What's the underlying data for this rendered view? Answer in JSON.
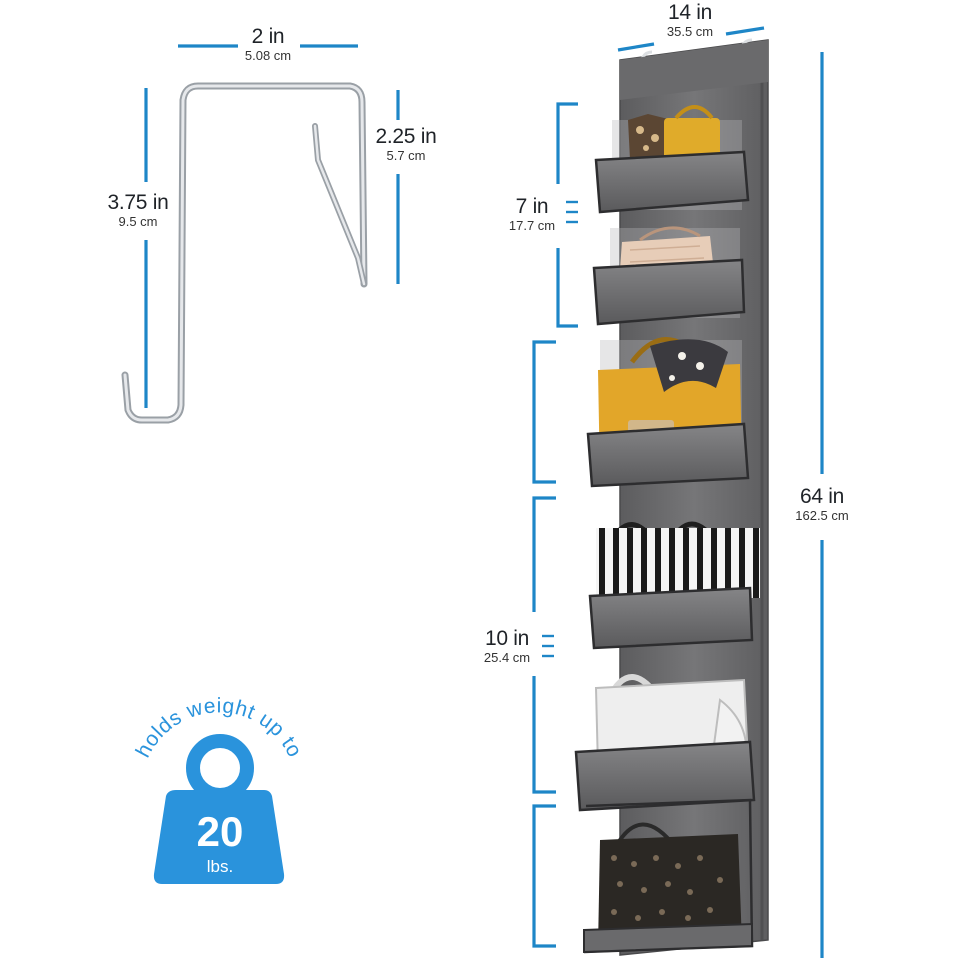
{
  "colors": {
    "dimension_line": "#1e86c7",
    "weight_badge": "#2a93dc",
    "organizer_fabric": "#6d6d6f",
    "hook_wire": "#c9ccd0",
    "text": "#1f2328"
  },
  "hook_dimensions": {
    "width": {
      "inch": "2 in",
      "cm": "5.08 cm"
    },
    "height": {
      "inch": "3.75 in",
      "cm": "9.5 cm"
    },
    "depth": {
      "inch": "2.25 in",
      "cm": "5.7 cm"
    }
  },
  "organizer_dimensions": {
    "width": {
      "inch": "14 in",
      "cm": "35.5 cm"
    },
    "small_pocket": {
      "inch": "7 in",
      "cm": "17.7 cm"
    },
    "large_pocket": {
      "inch": "10 in",
      "cm": "25.4 cm"
    },
    "total_height": {
      "inch": "64 in",
      "cm": "162.5 cm"
    }
  },
  "weight_badge": {
    "arc_text": "holds weight up to",
    "value": "20",
    "unit": "lbs.",
    "icon": "weight-icon"
  },
  "organizer": {
    "pockets": [
      {
        "item": "yellow handbag with leopard scarf"
      },
      {
        "item": "beige quilted handbag"
      },
      {
        "item": "mustard top-handle bag with scarf"
      },
      {
        "item": "black and white striped tote"
      },
      {
        "item": "white leather handbag"
      },
      {
        "item": "black patterned tote"
      }
    ]
  }
}
